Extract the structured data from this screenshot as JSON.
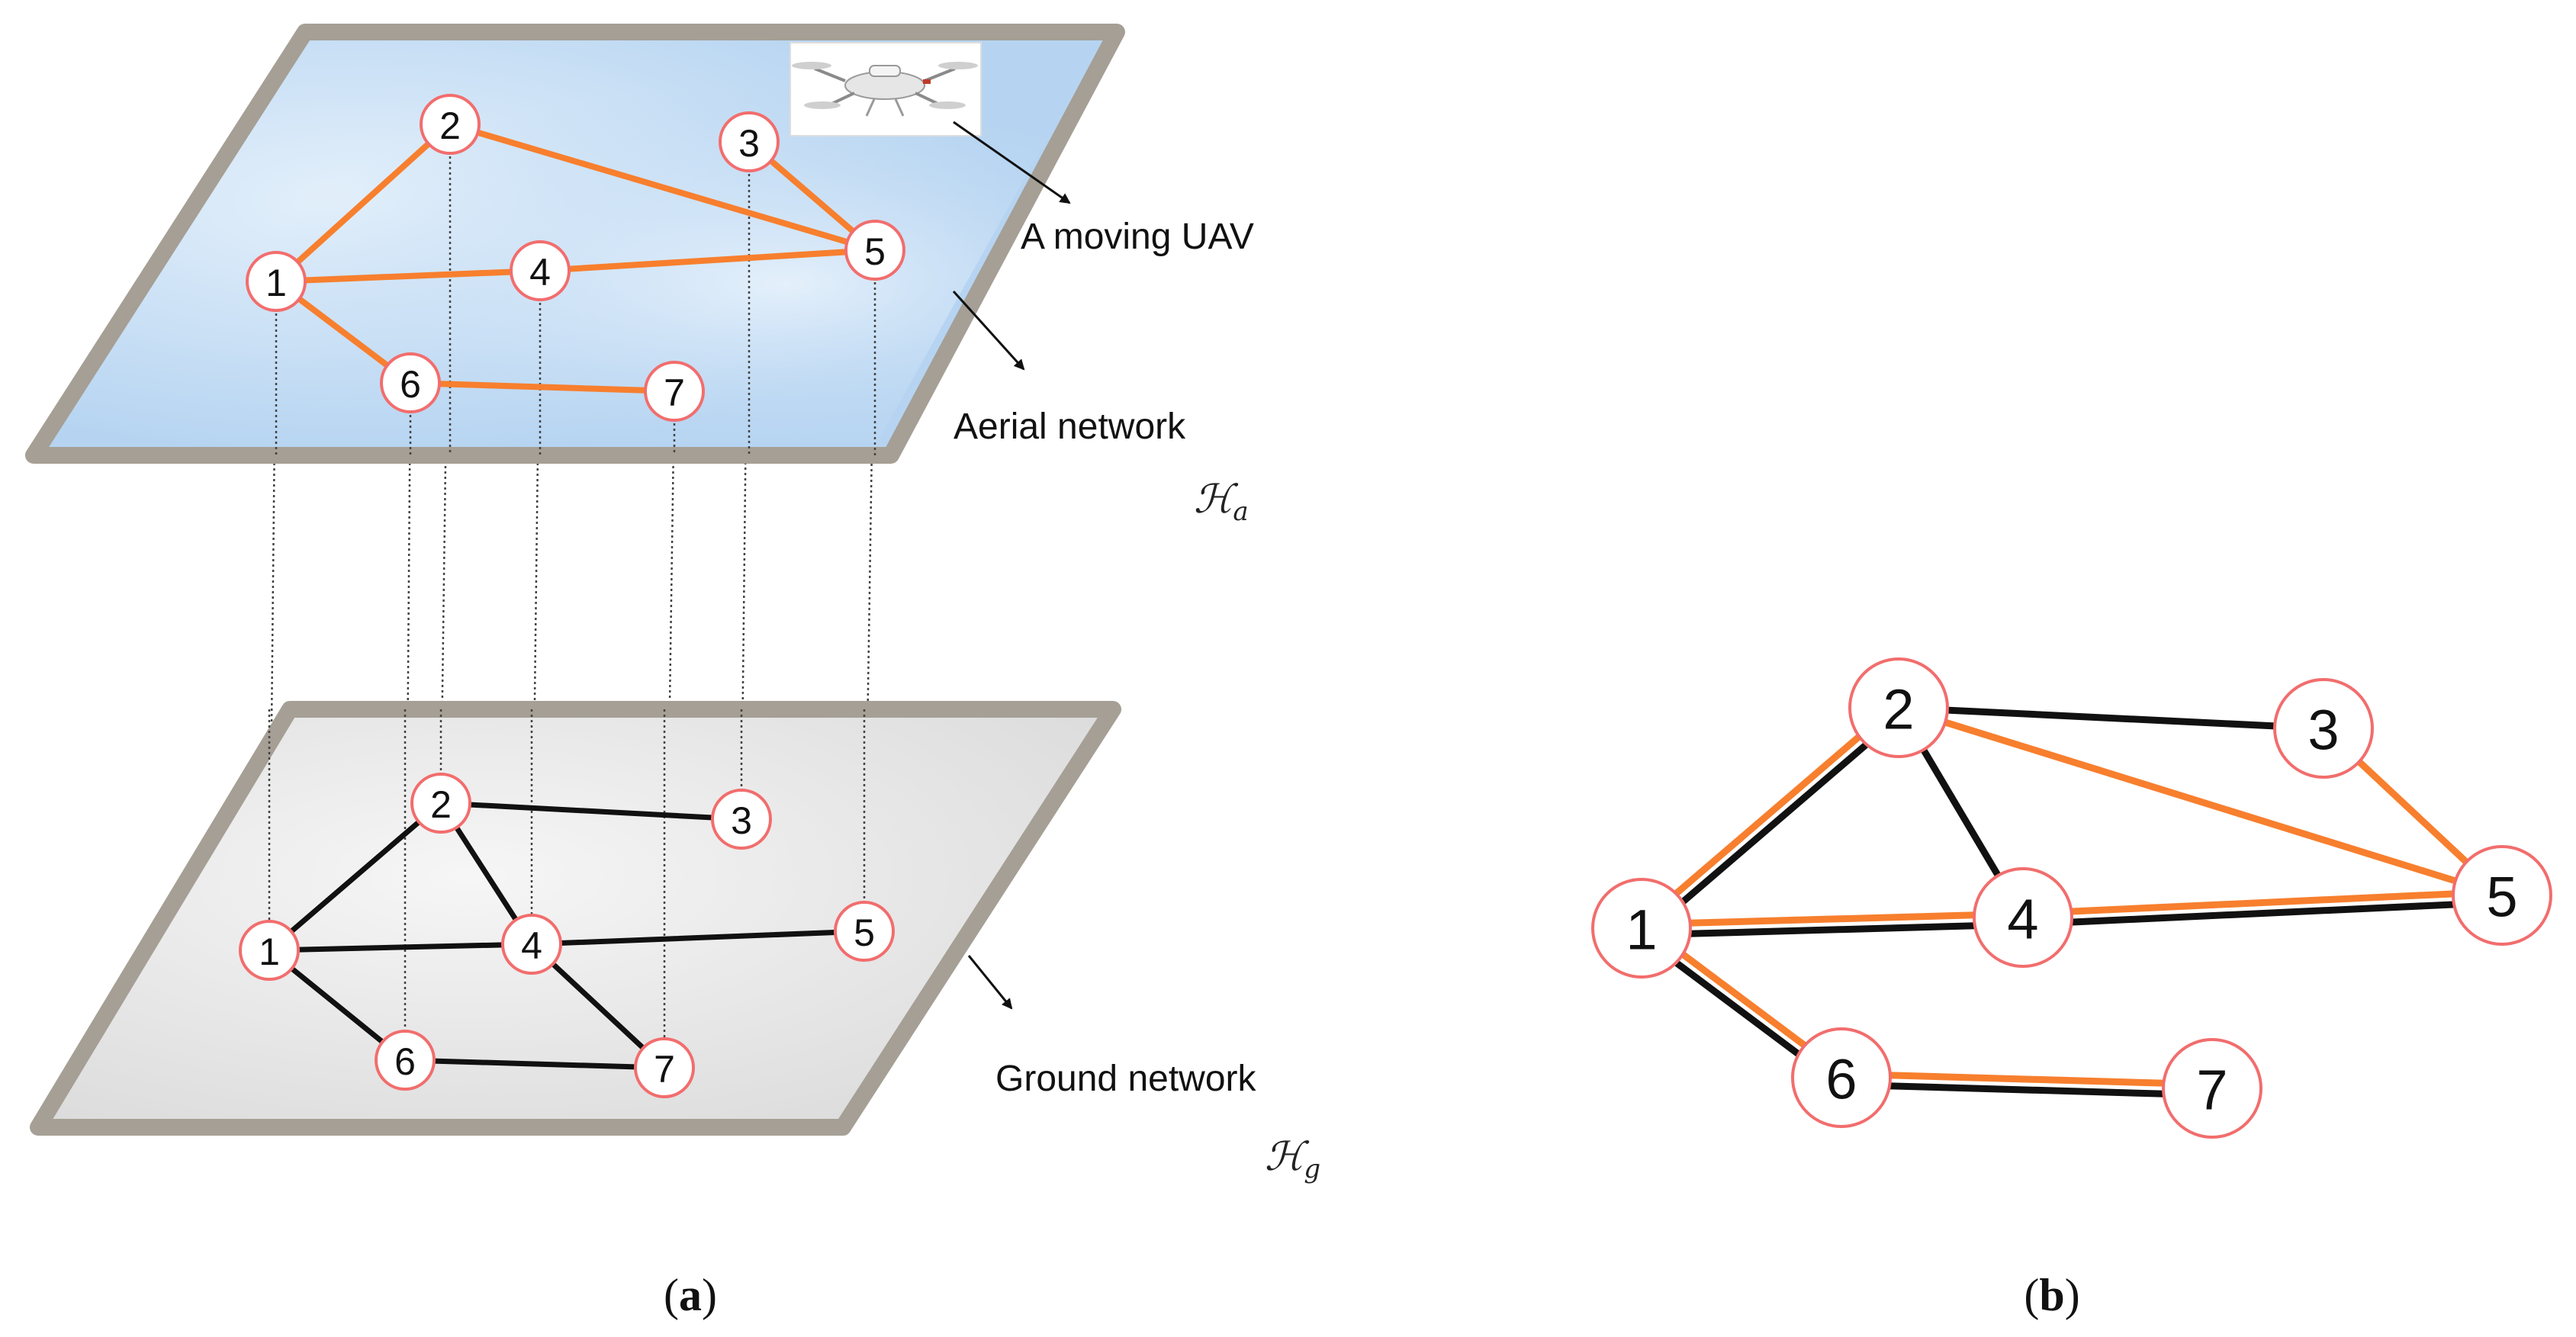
{
  "colors": {
    "aerial_edge": "#f77f2e",
    "ground_edge": "#111111",
    "node_border": "#f26d6d",
    "plane_frame": "#a59f95",
    "aerial_fill": "#c2dcf5",
    "ground_fill": "#eeeeee"
  },
  "panel_a": {
    "labels": {
      "uav": "A moving UAV",
      "aerial": "Aerial network",
      "aerial_symbol": "ℋa",
      "ground": "Ground network",
      "ground_symbol": "ℋg"
    },
    "caption_open": "(",
    "caption_letter": "a",
    "caption_close": ")",
    "aerial_network": {
      "nodes": [
        "1",
        "2",
        "3",
        "4",
        "5",
        "6",
        "7"
      ],
      "edges": [
        [
          "1",
          "2"
        ],
        [
          "2",
          "5"
        ],
        [
          "3",
          "5"
        ],
        [
          "1",
          "4"
        ],
        [
          "4",
          "5"
        ],
        [
          "1",
          "6"
        ],
        [
          "6",
          "7"
        ]
      ]
    },
    "ground_network": {
      "nodes": [
        "1",
        "2",
        "3",
        "4",
        "5",
        "6",
        "7"
      ],
      "edges": [
        [
          "1",
          "2"
        ],
        [
          "2",
          "3"
        ],
        [
          "2",
          "4"
        ],
        [
          "1",
          "4"
        ],
        [
          "4",
          "5"
        ],
        [
          "4",
          "7"
        ],
        [
          "1",
          "6"
        ],
        [
          "6",
          "7"
        ]
      ]
    },
    "uav_icon": "drone-image"
  },
  "panel_b": {
    "caption_open": "(",
    "caption_letter": "b",
    "caption_close": ")",
    "nodes": [
      "1",
      "2",
      "3",
      "4",
      "5",
      "6",
      "7"
    ],
    "aerial_edges": [
      [
        "1",
        "2"
      ],
      [
        "2",
        "5"
      ],
      [
        "3",
        "5"
      ],
      [
        "1",
        "4"
      ],
      [
        "4",
        "5"
      ],
      [
        "1",
        "6"
      ],
      [
        "6",
        "7"
      ]
    ],
    "ground_edges": [
      [
        "1",
        "2"
      ],
      [
        "2",
        "3"
      ],
      [
        "2",
        "4"
      ],
      [
        "1",
        "4"
      ],
      [
        "4",
        "5"
      ],
      [
        "1",
        "6"
      ],
      [
        "6",
        "7"
      ]
    ]
  }
}
